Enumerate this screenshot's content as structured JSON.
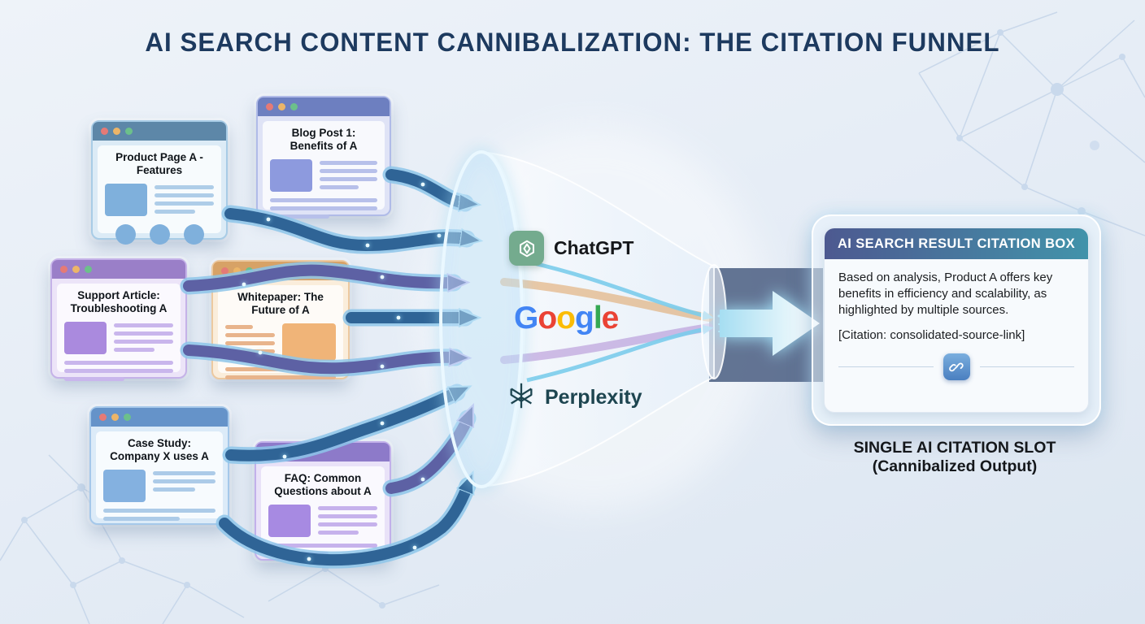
{
  "title": "AI SEARCH CONTENT CANNIBALIZATION: THE CITATION FUNNEL",
  "sources": {
    "cards": [
      {
        "title": "Product Page A - Features",
        "theme": "steel-blue"
      },
      {
        "title": "Blog Post 1: Benefits of A",
        "theme": "indigo"
      },
      {
        "title": "Support Article: Troubleshooting A",
        "theme": "purple"
      },
      {
        "title": "Whitepaper: The Future of A",
        "theme": "orange"
      },
      {
        "title": "Case Study: Company X uses A",
        "theme": "steel-blue"
      },
      {
        "title": "FAQ: Common Questions about A",
        "theme": "purple"
      }
    ]
  },
  "funnel": {
    "engines": [
      {
        "name": "ChatGPT",
        "label": "ChatGPT"
      },
      {
        "name": "Google",
        "letters": [
          "G",
          "o",
          "o",
          "g",
          "l",
          "e"
        ]
      },
      {
        "name": "Perplexity",
        "label": "Perplexity"
      }
    ]
  },
  "citation_box": {
    "header": "AI SEARCH RESULT CITATION BOX",
    "body": "Based on analysis, Product A offers key benefits in efficiency and scalability, as highlighted by multiple sources.",
    "citation": "[Citation: consolidated-source-link]"
  },
  "output_caption": {
    "line1": "SINGLE AI CITATION SLOT",
    "line2": "(Cannibalized Output)"
  },
  "icons": {
    "window_dots": "traffic-light-dots",
    "chatgpt_icon": "openai-knot",
    "perplexity_icon": "perplexity-asterisk",
    "link_icon": "chain-link"
  },
  "colors": {
    "title_text": "#1d3a5f",
    "background_top": "#eef3f9",
    "background_bottom": "#dce6f1",
    "arrow_blue": "#2f6496",
    "arrow_purple": "#5d61a4",
    "funnel_glass": "#eaf3fc",
    "output_band": "#57698b",
    "citation_header_left": "#4d5990",
    "citation_header_right": "#4293aa",
    "chatgpt_green": "#74ab8e",
    "google_letters": [
      "#4285F4",
      "#EA4335",
      "#FBBC05",
      "#4285F4",
      "#34A853",
      "#EA4335"
    ],
    "perplexity_teal": "#1d4550",
    "link_button": "#4a7fc0"
  }
}
